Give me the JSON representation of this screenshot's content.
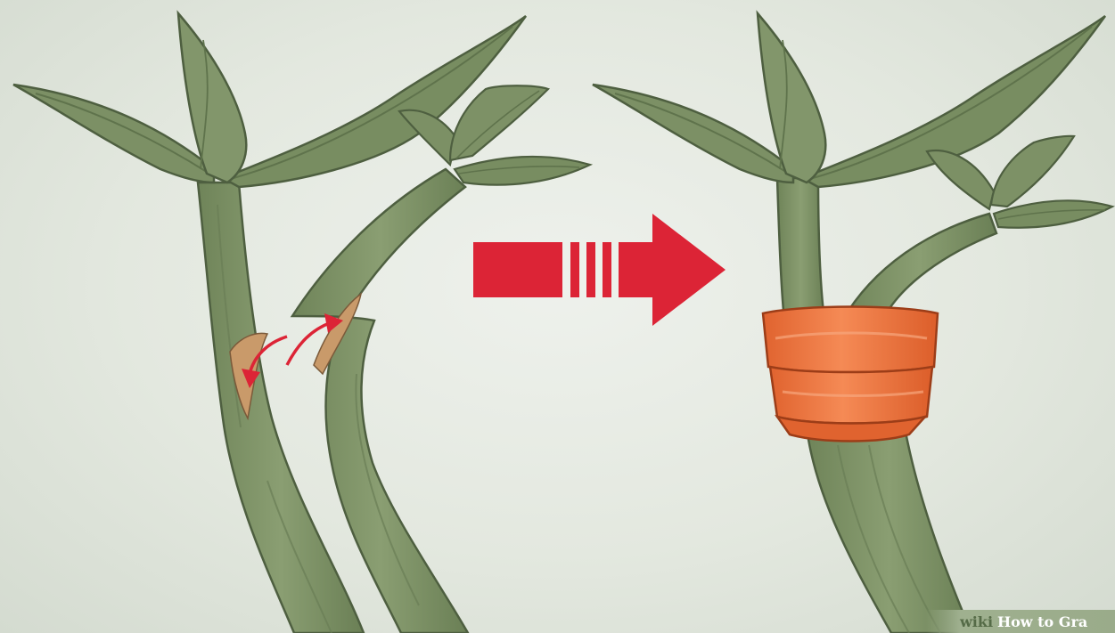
{
  "illustration": {
    "left_panel": "plant-stems-with-cuts",
    "right_panel": "stems-bound-with-grafting-tape",
    "arrow_icon": "right-arrow-icon"
  },
  "colors": {
    "background": "#e4e9e1",
    "stem": "#7d9166",
    "stem_dark": "#5f734c",
    "leaf": "#7a8f63",
    "cut_wound": "#c79a6b",
    "arrow_red": "#dc2436",
    "tape_orange": "#ee7440"
  },
  "watermark": {
    "wiki": "wiki",
    "how_to": "How to Gra"
  }
}
